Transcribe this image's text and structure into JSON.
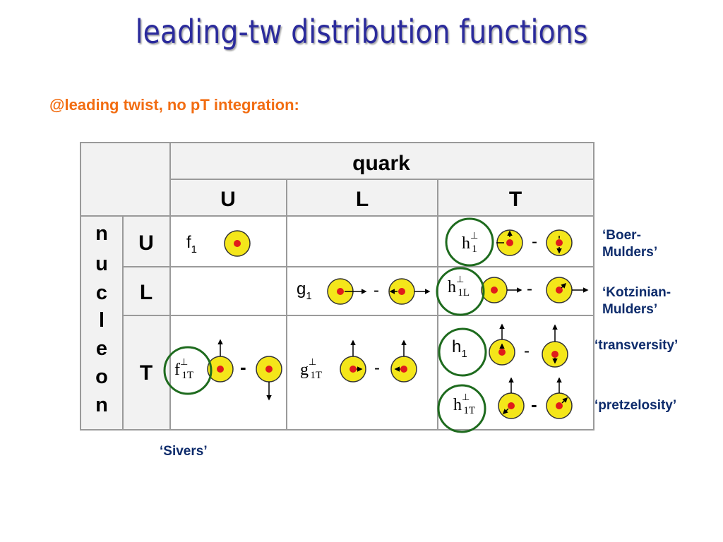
{
  "title": "leading-tw distribution functions",
  "subtitle": "@leading twist, no pT integration:",
  "table": {
    "header_quark": "quark",
    "quark_cols": [
      "U",
      "L",
      "T"
    ],
    "nucleon_letters": [
      "n",
      "u",
      "c",
      "l",
      "e",
      "o",
      "n"
    ],
    "nucleon_rows": [
      "U",
      "L",
      "T"
    ],
    "functions": {
      "f1": {
        "base": "f",
        "sub": "1",
        "sup": ""
      },
      "g1": {
        "base": "g",
        "sub": "1",
        "sup": ""
      },
      "h1": {
        "base": "h",
        "sub": "1",
        "sup": ""
      },
      "h1perp": {
        "base": "h",
        "sub": "1",
        "sup": "⊥"
      },
      "h1Lperp": {
        "base": "h",
        "sub": "1L",
        "sup": "⊥"
      },
      "f1Tperp": {
        "base": "f",
        "sub": "1T",
        "sup": "⊥"
      },
      "g1Tperp": {
        "base": "g",
        "sub": "1T",
        "sup": "⊥"
      },
      "h1Tperp": {
        "base": "h",
        "sub": "1T",
        "sup": "⊥"
      }
    },
    "minus": "-"
  },
  "labels": {
    "boer": [
      "‘Boer-",
      "Mulders’"
    ],
    "kotzinian": [
      "‘Kotzinian-",
      "Mulders’"
    ],
    "transversity": "‘transversity’",
    "pretzelosity": "‘pretzelosity’",
    "sivers": "‘Sivers’"
  },
  "colors": {
    "title": "#2b2b9c",
    "subtitle": "#f26d12",
    "label": "#0d2b6b",
    "nucleon_fill": "#f4e61a",
    "quark_dot": "#e01b1b",
    "highlight_circle": "#1e6b1e",
    "grid": "#999999",
    "header_bg": "#f2f2f2"
  }
}
